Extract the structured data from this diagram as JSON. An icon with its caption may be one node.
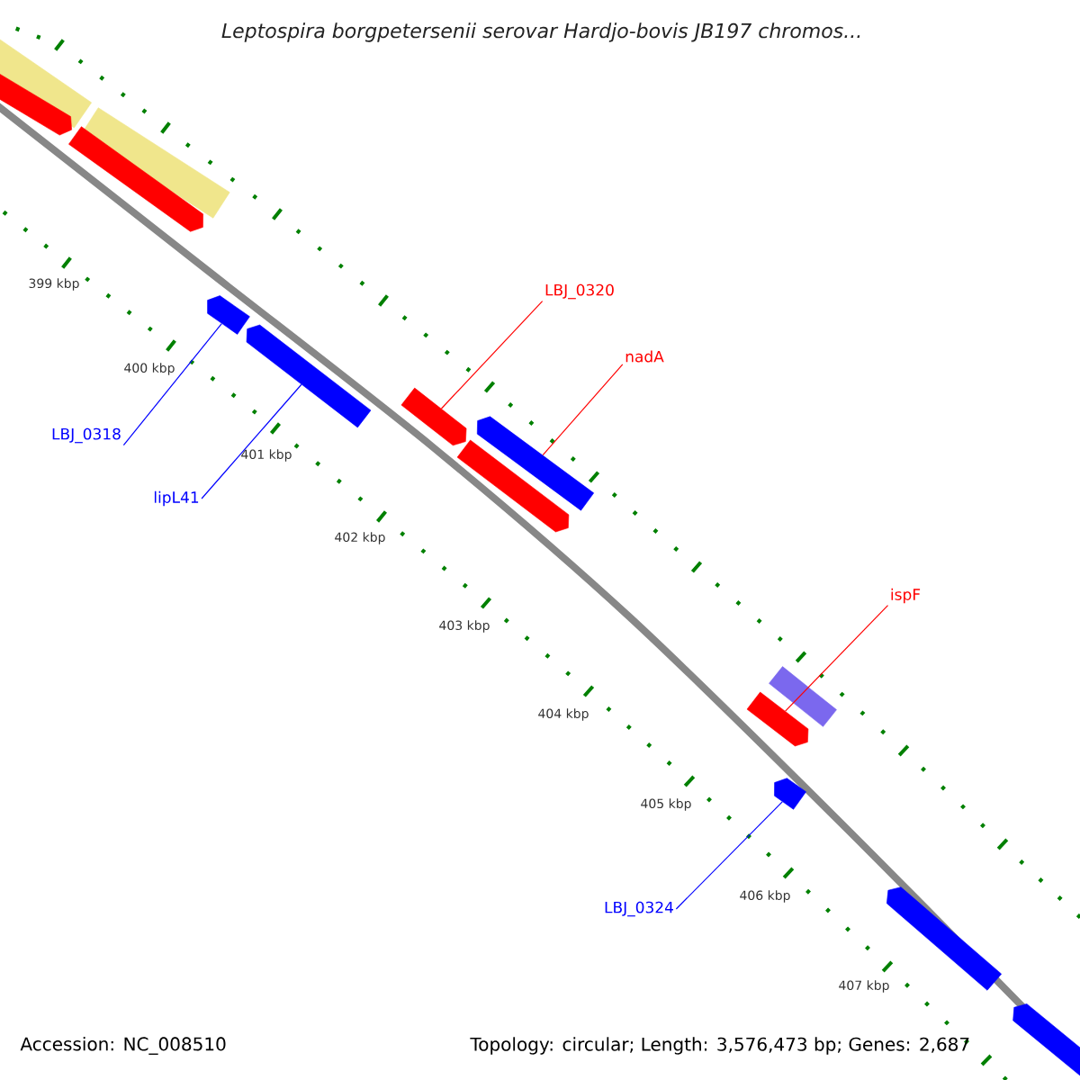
{
  "diagram": {
    "title": "Leptospira borgpetersenii serovar Hardjo-bovis JB197 chromos...",
    "nodes": [
      {
        "text": [],
        "shape": "bar"
      },
      {
        "text": [],
        "shape": "bar"
      },
      {
        "text": [],
        "shape": "bar"
      },
      {
        "text": [],
        "shape": "bar"
      },
      {
        "text": [],
        "shape": "bar"
      },
      {
        "text": [],
        "shape": "bar"
      },
      {
        "text": [],
        "shape": "bar"
      },
      {
        "text": [],
        "shape": "bar"
      },
      {
        "text": [],
        "shape": "bar"
      },
      {
        "text": [],
        "shape": "bar"
      },
      {
        "text": [],
        "shape": "bar"
      },
      {
        "text": [],
        "shape": "bar"
      },
      {
        "text": [],
        "shape": "bar"
      },
      {
        "text": [],
        "shape": "bar"
      },
      {
        "text": [
          "LBJ_0320"
        ]
      },
      {
        "text": [
          "nadA"
        ]
      },
      {
        "text": [
          "LBJ_0318"
        ]
      },
      {
        "text": [
          "lipL41"
        ]
      },
      {
        "text": [
          "ispF"
        ]
      },
      {
        "text": [
          "LBJ_0324"
        ]
      }
    ],
    "edges": [
      {
        "from": 14,
        "to": 6,
        "arrow": "none",
        "color": "#ff0000"
      },
      {
        "from": 15,
        "to": 7,
        "arrow": "none",
        "color": "#ff0000"
      },
      {
        "from": 16,
        "to": 4,
        "arrow": "none",
        "color": "#0000ff"
      },
      {
        "from": 17,
        "to": 5,
        "arrow": "none",
        "color": "#0000ff"
      },
      {
        "from": 18,
        "to": 10,
        "arrow": "none",
        "color": "#ff0000"
      },
      {
        "from": 19,
        "to": 11,
        "arrow": "none",
        "color": "#0000ff"
      }
    ],
    "labels": [
      "399 kbp",
      "400 kbp",
      "401 kbp",
      "402 kbp",
      "403 kbp",
      "404 kbp",
      "405 kbp",
      "406 kbp",
      "407 kbp",
      "Accession: NC_008510",
      "Topology: circular; Length: 3,576,473 bp; Genes: 2,687"
    ]
  }
}
